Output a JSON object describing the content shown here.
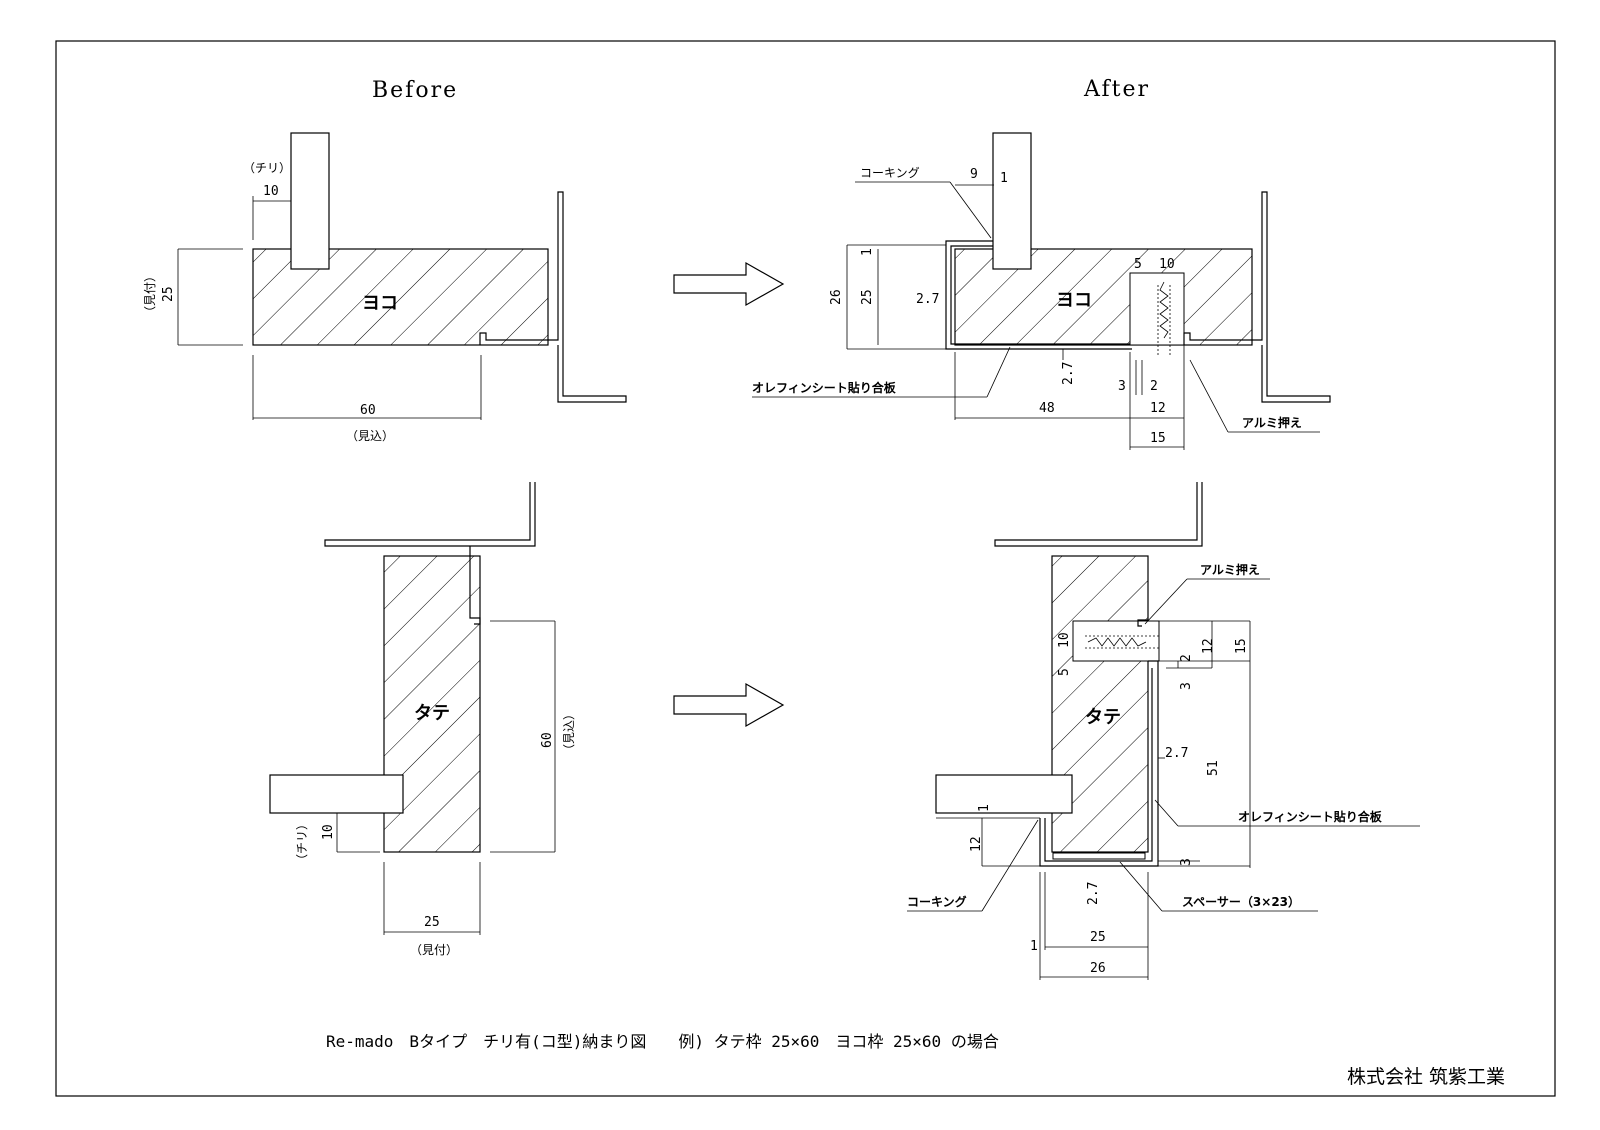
{
  "headings": {
    "before": "Before",
    "after": "After"
  },
  "labels": {
    "yoko": "ヨコ",
    "tate": "タテ",
    "chiri": "（チリ）",
    "mitsuke": "（見付）",
    "mikomi": "（見込）",
    "caulking": "コーキング",
    "olefin": "オレフィンシート貼り合板",
    "alumi": "アルミ押え",
    "spacer": "スペーサー（3×23）"
  },
  "dims_before_top": {
    "chiri": "10",
    "mitsuke": "25",
    "mikomi": "60"
  },
  "dims_after_top": {
    "d9": "9",
    "d1a": "1",
    "d1b": "1",
    "d26": "26",
    "d25": "25",
    "d27a": "2.7",
    "d27b": "2.7",
    "d5": "5",
    "d10": "10",
    "d3": "3",
    "d2": "2",
    "d48": "48",
    "d12": "12",
    "d15": "15"
  },
  "dims_before_bottom": {
    "mikomi": "60",
    "chiri": "10",
    "mitsuke": "25"
  },
  "dims_after_bottom": {
    "d10": "10",
    "d5": "5",
    "d2": "2",
    "d12a": "12",
    "d15": "15",
    "d3a": "3",
    "d27a": "2.7",
    "d51": "51",
    "d1": "1",
    "d12b": "12",
    "d3b": "3",
    "d27b": "2.7",
    "d1b": "1",
    "d25": "25",
    "d26": "26"
  },
  "caption": "Re-mado　Bタイプ　チリ有(コ型)納まり図　　例) タテ枠 25×60　ヨコ枠 25×60 の場合",
  "company": "株式会社 筑紫工業"
}
